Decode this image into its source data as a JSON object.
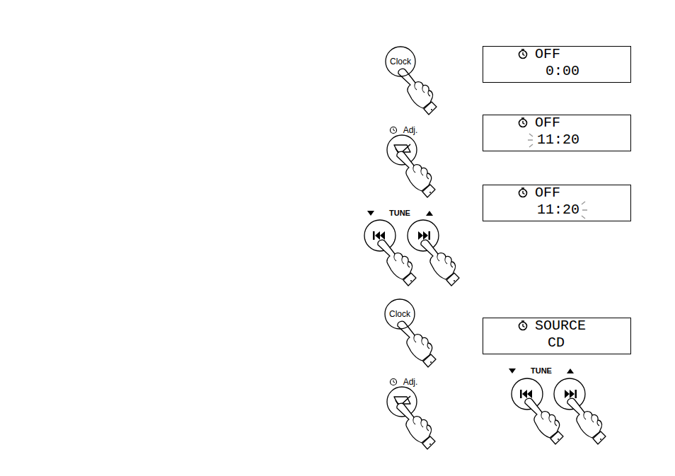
{
  "diagram": {
    "nodes": [
      {
        "text": [
          "Clock"
        ]
      },
      {
        "text": [
          "OFF",
          "0:00"
        ]
      },
      {
        "text": [
          "OFF",
          "11:20"
        ]
      },
      {
        "text": [
          "OFF",
          "11:20"
        ]
      },
      {
        "text": [
          "Clock"
        ]
      },
      {
        "text": [
          "SOURCE",
          "CD"
        ]
      }
    ],
    "labels": [
      "Adj.",
      "TUNE",
      "Adj.",
      "TUNE"
    ]
  }
}
